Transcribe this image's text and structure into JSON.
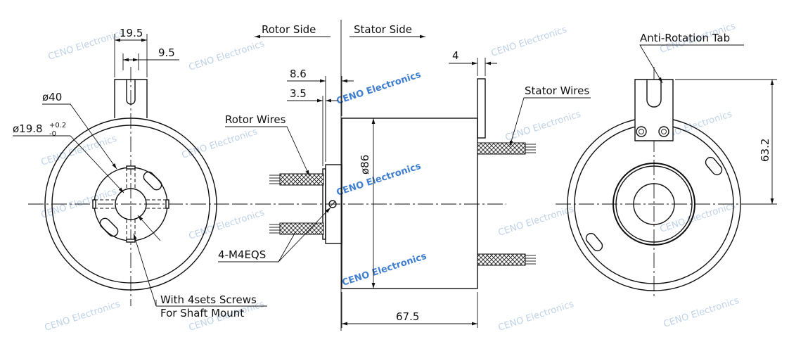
{
  "drawing": {
    "dimensions": {
      "dim_19_5": "19.5",
      "dim_9_5": "9.5",
      "dia_40": "ø40",
      "dia_19_8": "ø19.8",
      "tol_upper": "+0.2",
      "tol_lower": "-0",
      "dim_8_6": "8.6",
      "dim_3_5": "3.5",
      "dim_4": "4",
      "dia_86": "ø86",
      "dim_67_5": "67.5",
      "dim_63_2": "63.2"
    },
    "labels": {
      "rotor_side": "Rotor Side",
      "stator_side": "Stator Side",
      "rotor_wires": "Rotor Wires",
      "stator_wires": "Stator Wires",
      "screws": "4-M4EQS",
      "shaft_mount_1": "With  4sets Screws",
      "shaft_mount_2": "For Shaft Mount",
      "anti_rotation": "Anti-Rotation Tab"
    },
    "watermark": "CENO Electronics",
    "colors": {
      "line": "#111111",
      "watermark": "#aac4e0",
      "watermark_strong": "#3f7fd0"
    }
  }
}
